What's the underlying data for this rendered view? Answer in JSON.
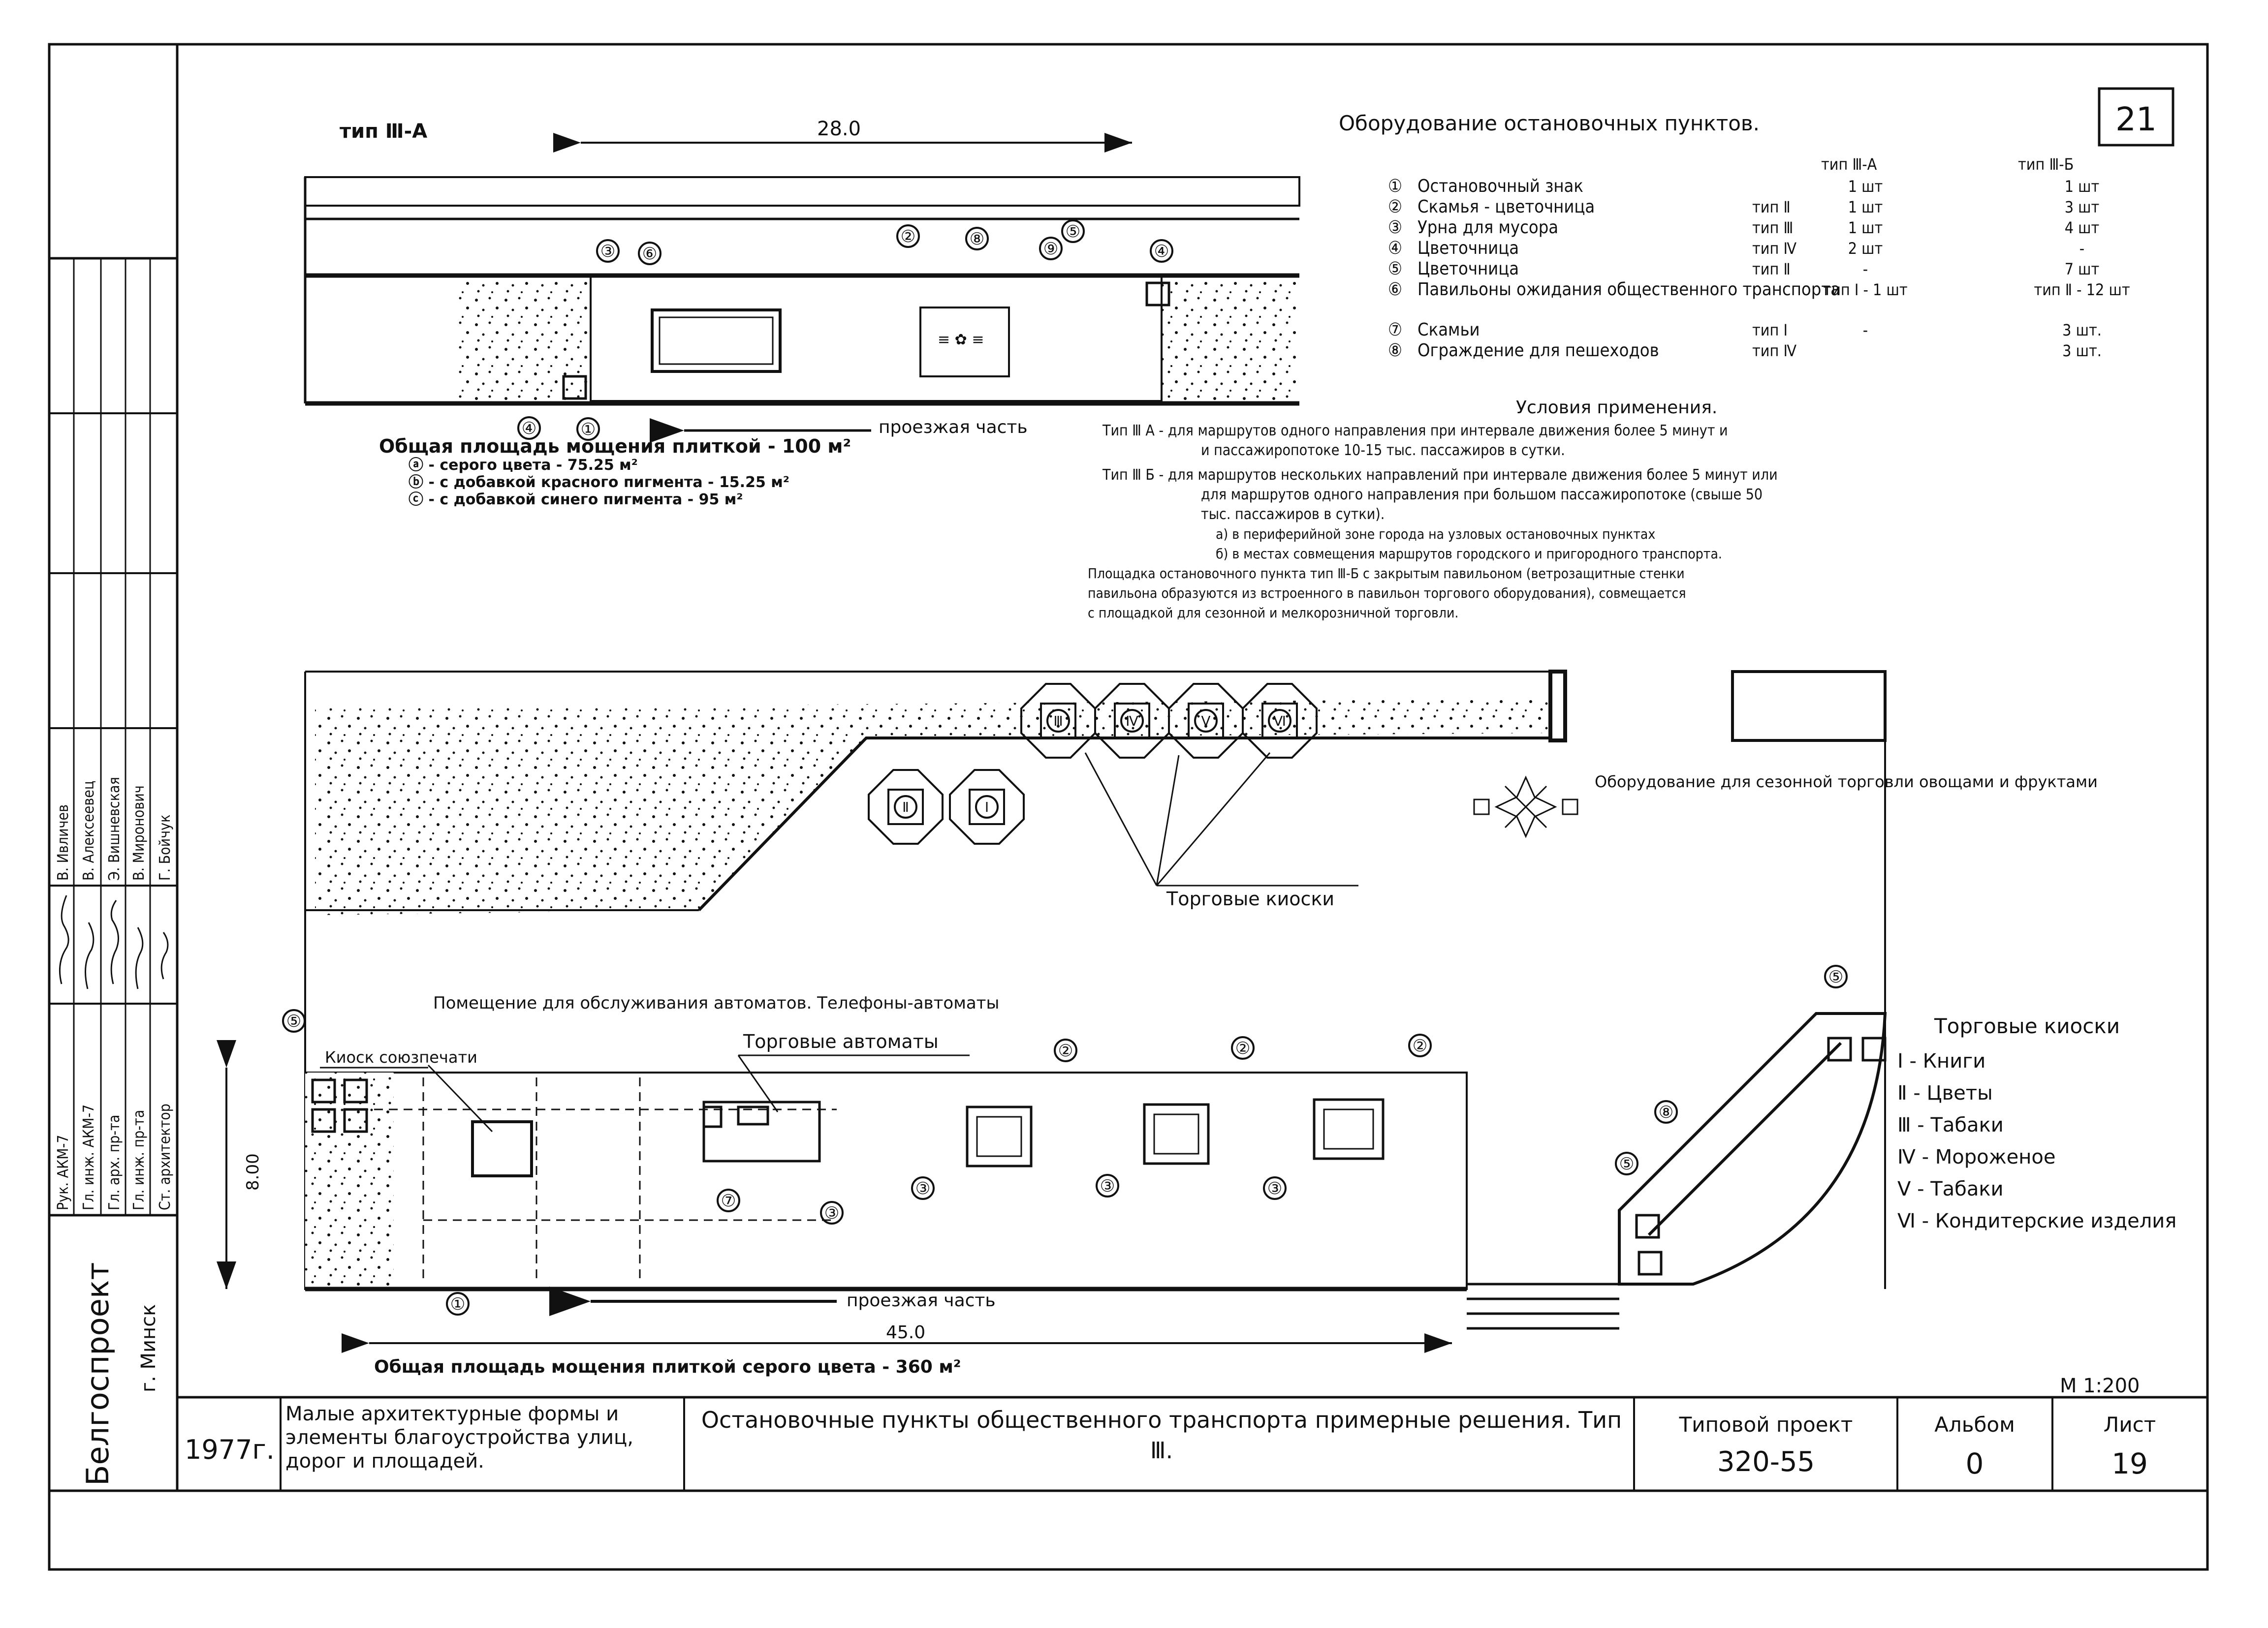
{
  "sheet_number": "21",
  "top_plan": {
    "type_label": "тип Ⅲ-А",
    "dim_length": "28.0",
    "callouts": [
      "③",
      "⑥",
      "②",
      "⑧",
      "⑨",
      "⑤",
      "④",
      "④",
      "①"
    ],
    "carriageway": "проезжая часть",
    "paving_total": "Общая площадь мощения плиткой - 100 м²",
    "paving_items": [
      "ⓐ - серого цвета - 75.25 м²",
      "ⓑ - с добавкой красного пигмента - 15.25 м²",
      "ⓒ - с добавкой синего пигмента - 95 м²"
    ]
  },
  "equipment": {
    "title": "Оборудование остановочных пунктов.",
    "col_a": "тип Ⅲ-А",
    "col_b": "тип Ⅲ-Б",
    "rows": [
      {
        "num": "①",
        "name": "Остановочный знак",
        "type": "",
        "a": "1 шт",
        "b": "1 шт"
      },
      {
        "num": "②",
        "name": "Скамья - цветочница",
        "type": "тип Ⅱ",
        "a": "1 шт",
        "b": "3 шт"
      },
      {
        "num": "③",
        "name": "Урна для мусора",
        "type": "тип Ⅲ",
        "a": "1 шт",
        "b": "4 шт"
      },
      {
        "num": "④",
        "name": "Цветочница",
        "type": "тип Ⅳ",
        "a": "2 шт",
        "b": "-"
      },
      {
        "num": "⑤",
        "name": "Цветочница",
        "type": "тип Ⅱ",
        "a": "-",
        "b": "7 шт"
      },
      {
        "num": "⑥",
        "name": "Павильоны ожидания общественного транспорта",
        "type": "",
        "a": "тип Ⅰ - 1 шт",
        "b": "тип Ⅱ - 12 шт"
      },
      {
        "num": "⑦",
        "name": "Скамьи",
        "type": "тип Ⅰ",
        "a": "-",
        "b": "3 шт."
      },
      {
        "num": "⑧",
        "name": "Ограждение для пешеходов",
        "type": "тип Ⅳ",
        "a": "",
        "b": "3 шт."
      }
    ]
  },
  "conditions": {
    "title": "Условия применения.",
    "lines": [
      "Тип Ⅲ А - для маршрутов одного направления при интервале движения более 5 минут и",
      "и пассажиропотоке 10-15 тыс. пассажиров в сутки.",
      "Тип Ⅲ Б - для маршрутов нескольких направлений при интервале движения более 5 минут или",
      "для маршрутов одного направления при большом пассажиропотоке (свыше 50",
      "тыс. пассажиров в сутки).",
      "а) в периферийной зоне города на узловых остановочных пунктах",
      "б) в местах совмещения маршрутов городского и пригородного транспорта.",
      "Площадка остановочного пункта тип Ⅲ-Б с закрытым павильоном (ветрозащитные стенки",
      "павильона образуются из встроенного в павильон торгового оборудования), совмещается",
      "с площадкой для сезонной и мелкорозничной торговли."
    ]
  },
  "bottom_plan": {
    "kiosks_label": "Торговые киоски",
    "kiosk_numerals": [
      "Ⅱ",
      "Ⅰ",
      "Ⅲ",
      "Ⅳ",
      "Ⅴ",
      "Ⅵ"
    ],
    "seasonal": "Оборудование для сезонной торговли овощами и фруктами",
    "service_room": "Помещение для обслуживания автоматов. Телефоны-автоматы",
    "vending": "Торговые автоматы",
    "kiosk_souzpechat": "Киоск союзпечати",
    "carriageway": "проезжая часть",
    "dim_length": "45.0",
    "dim_width": "8.00",
    "paving_total": "Общая площадь мощения плиткой серого цвета - 360 м²",
    "callouts": [
      "⑤",
      "②",
      "②",
      "②",
      "⑦",
      "③",
      "③",
      "③",
      "③",
      "①",
      "⑤",
      "⑤",
      "⑧"
    ]
  },
  "legend": {
    "title": "Торговые киоски",
    "items": [
      "Ⅰ - Книги",
      "Ⅱ - Цветы",
      "Ⅲ - Табаки",
      "Ⅳ - Мороженое",
      "Ⅴ - Табаки",
      "Ⅵ - Кондитерские изделия"
    ]
  },
  "scale": "М 1:200",
  "stamp": {
    "org": "Белгоспроект",
    "city": "г. Минск",
    "year": "1977г.",
    "series": "Малые архитектурные формы и элементы благоустройства улиц, дорог и площадей.",
    "title": "Остановочные пункты общественного транспорта примерные решения. Тип Ⅲ.",
    "project_label": "Типовой проект",
    "project": "320-55",
    "album_label": "Альбом",
    "album": "0",
    "sheet_label": "Лист",
    "sheet": "19",
    "roles": [
      "Рук. АКМ-7",
      "Гл. инж. АКМ-7",
      "Гл. арх. пр-та",
      "Гл. инж. пр-та",
      "Ст. архитектор"
    ],
    "names": [
      "В. Ивличев",
      "В. Алексеевец",
      "Э. Вишневская",
      "В. Миронович",
      "Г. Бойчук"
    ]
  }
}
